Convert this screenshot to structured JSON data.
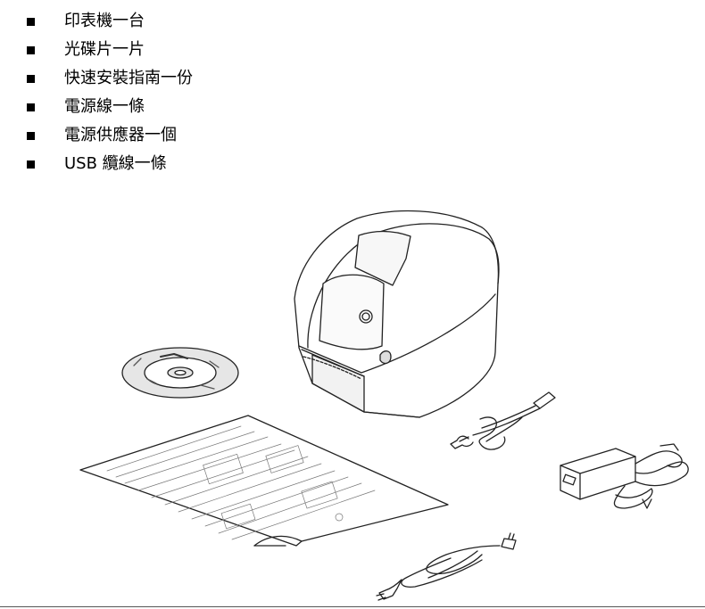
{
  "contents": {
    "items": [
      {
        "label": "印表機一台"
      },
      {
        "label": "光碟片一片"
      },
      {
        "label": "快速安裝指南一份"
      },
      {
        "label": "電源線一條"
      },
      {
        "label": "電源供應器一個"
      },
      {
        "label": "USB 纜線一條"
      }
    ]
  },
  "illustration": {
    "items": [
      "printer",
      "cd",
      "quick-guide",
      "usb-cable",
      "power-adapter",
      "power-cord"
    ]
  }
}
